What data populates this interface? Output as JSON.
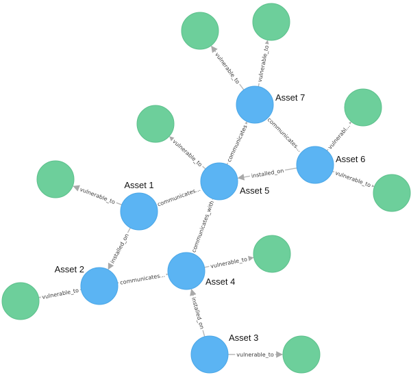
{
  "graph": {
    "nodes": [
      {
        "id": "a1",
        "kind": "asset",
        "label": "Asset 1"
      },
      {
        "id": "a2",
        "kind": "asset",
        "label": "Asset 2"
      },
      {
        "id": "a3",
        "kind": "asset",
        "label": "Asset 3"
      },
      {
        "id": "a4",
        "kind": "asset",
        "label": "Asset 4"
      },
      {
        "id": "a5",
        "kind": "asset",
        "label": "Asset 5"
      },
      {
        "id": "a6",
        "kind": "asset",
        "label": "Asset 6"
      },
      {
        "id": "a7",
        "kind": "asset",
        "label": "Asset 7"
      },
      {
        "id": "v1",
        "kind": "vulnerability",
        "label": ""
      },
      {
        "id": "v2",
        "kind": "vulnerability",
        "label": ""
      },
      {
        "id": "v3",
        "kind": "vulnerability",
        "label": ""
      },
      {
        "id": "v4",
        "kind": "vulnerability",
        "label": ""
      },
      {
        "id": "v5",
        "kind": "vulnerability",
        "label": ""
      },
      {
        "id": "v6",
        "kind": "vulnerability",
        "label": ""
      },
      {
        "id": "v7",
        "kind": "vulnerability",
        "label": ""
      },
      {
        "id": "v8",
        "kind": "vulnerability",
        "label": ""
      },
      {
        "id": "v9",
        "kind": "vulnerability",
        "label": ""
      }
    ],
    "edges": [
      {
        "id": "e1",
        "from": "a7",
        "to": "v1",
        "label": "vulnerable_to"
      },
      {
        "id": "e2",
        "from": "a7",
        "to": "v2",
        "label": "vulnerable_to"
      },
      {
        "id": "e3",
        "from": "a5",
        "to": "a7",
        "label": "communicates"
      },
      {
        "id": "e4",
        "from": "a7",
        "to": "a6",
        "label": "communicates..."
      },
      {
        "id": "e5",
        "from": "a6",
        "to": "v3",
        "label": "vulnerabl..."
      },
      {
        "id": "e6",
        "from": "a6",
        "to": "v4",
        "label": "vulnerable_to"
      },
      {
        "id": "e7",
        "from": "a6",
        "to": "a5",
        "label": "installed_on"
      },
      {
        "id": "e8",
        "from": "a5",
        "to": "v5",
        "label": "vulnerable_to"
      },
      {
        "id": "e9",
        "from": "a1",
        "to": "a5",
        "label": "communicates..."
      },
      {
        "id": "e10",
        "from": "a1",
        "to": "v6",
        "label": "vulnerable_to"
      },
      {
        "id": "e11",
        "from": "a1",
        "to": "a2",
        "label": "installed_on"
      },
      {
        "id": "e12",
        "from": "a4",
        "to": "a5",
        "label": "communicates_with"
      },
      {
        "id": "e13",
        "from": "a2",
        "to": "a4",
        "label": "communicates..."
      },
      {
        "id": "e14",
        "from": "a2",
        "to": "v7",
        "label": "vulnerable_to"
      },
      {
        "id": "e15",
        "from": "a4",
        "to": "v8",
        "label": "vulnerable_to"
      },
      {
        "id": "e16",
        "from": "a3",
        "to": "a4",
        "label": "installed_on"
      },
      {
        "id": "e17",
        "from": "a3",
        "to": "v9",
        "label": "vulnerable_to"
      }
    ]
  },
  "colors": {
    "asset_fill": "#5bb4f3",
    "vulnerability_fill": "#6dcf9b",
    "edge": "#b7b7b7",
    "arrow": "#a9a9a9"
  }
}
